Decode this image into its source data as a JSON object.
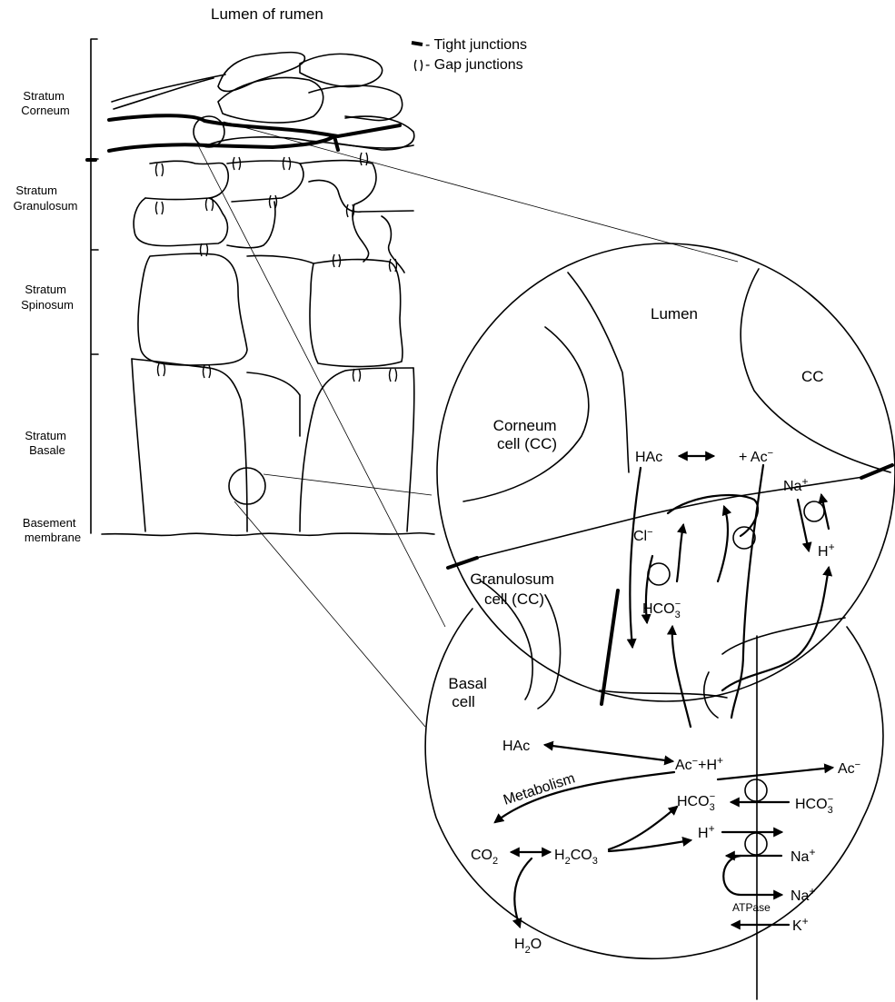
{
  "title": "Lumen of rumen",
  "legend": {
    "tight": "Tight junctions",
    "gap": "Gap junctions"
  },
  "strata": {
    "corneum": [
      "Stratum",
      "Corneum"
    ],
    "granulosum": [
      "Stratum",
      "Granulosum"
    ],
    "spinosum": [
      "Stratum",
      "Spinosum"
    ],
    "basale": [
      "Stratum",
      "Basale"
    ],
    "basement": [
      "Basement",
      "membrane"
    ]
  },
  "upper_circle": {
    "lumen": "Lumen",
    "cc": "CC",
    "corneum_cell": [
      "Corneum",
      "cell (CC)"
    ],
    "granulosum_cell": [
      "Granulosum",
      "cell (CC)"
    ],
    "hac": "HAc",
    "ac": "+ Ac",
    "na": "Na",
    "h": "H",
    "cl": "Cl",
    "hco3": "HCO"
  },
  "lower_circle": {
    "basal_cell": [
      "Basal",
      "cell"
    ],
    "hac": "HAc",
    "ac_h": "Ac",
    "h_suffix": "+H",
    "metabolism": "Metabolism",
    "hco3_in": "HCO",
    "hco3_out": "HCO",
    "ac_out": "Ac",
    "co2": "CO",
    "h2co3": "CO",
    "h2o": "O",
    "h_out": "H",
    "na1": "Na",
    "na2": "Na",
    "atpase": "ATPase",
    "k": "K"
  }
}
